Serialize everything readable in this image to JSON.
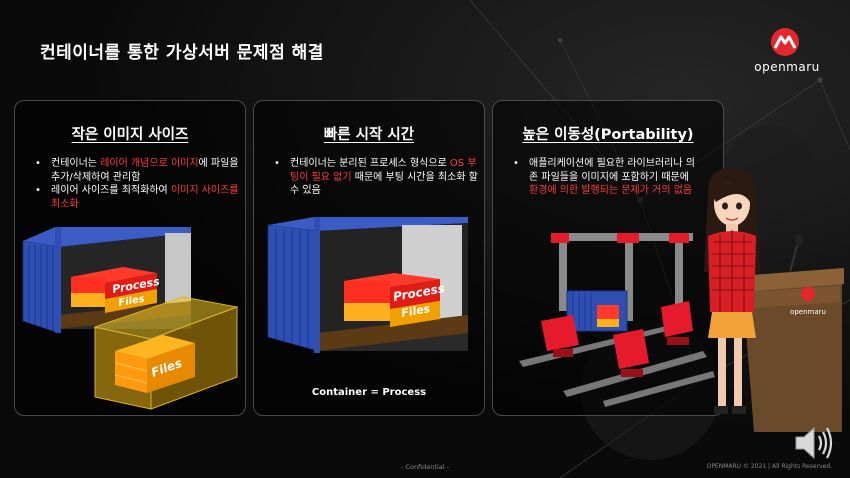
{
  "slide": {
    "title": "컨테이너를 통한 가상서버 문제점 해결",
    "logo_text": "openmaru",
    "podium_logo_text": "openmaru",
    "footer_center": "- Confidential -",
    "footer_right": "OPENMARU © 2021 | All Rights Reserved."
  },
  "cards": [
    {
      "heading": "작은 이미지 사이즈",
      "bullets": [
        {
          "parts": [
            {
              "text": "컨테이너는 ",
              "red": false
            },
            {
              "text": "레이어 개념으로 이미지",
              "red": true
            },
            {
              "text": "에 파일을 추가/삭제하여 관리함",
              "red": false
            }
          ]
        },
        {
          "parts": [
            {
              "text": "레이어 사이즈를 최적화하여 ",
              "red": false
            },
            {
              "text": "이미지 사이즈를 최소화",
              "red": true
            }
          ]
        }
      ],
      "labels": {
        "layer_top": "Process",
        "layer_mid": "Files",
        "box2": "Files"
      }
    },
    {
      "heading": "빠른 시작 시간",
      "bullets": [
        {
          "parts": [
            {
              "text": "컨테이너는 분리된 프로세스 형식으로 ",
              "red": false
            },
            {
              "text": "OS 부팅이 필요 없기",
              "red": true
            },
            {
              "text": " 때문에 부팅 시간을 최소화 할 수 있음",
              "red": false
            }
          ]
        }
      ],
      "labels": {
        "layer_top": "Process",
        "layer_mid": "Files"
      },
      "caption": "Container = Process"
    },
    {
      "heading": "높은 이동성(Portability)",
      "bullets": [
        {
          "parts": [
            {
              "text": "애플리케이션에 필요한 라이브러리나 의존 파일들을 이미지에 포함하기 때문에 ",
              "red": false
            },
            {
              "text": "환경에 의한 발행되는 문제가 거의 없음",
              "red": true
            }
          ]
        }
      ]
    }
  ],
  "icons": {
    "speaker": "speaker-icon",
    "logo": "openmaru-logo-icon"
  },
  "colors": {
    "accent_red": "#ff3b3b",
    "brand_red": "#e5262c",
    "container_blue": "#2f4fb4"
  }
}
